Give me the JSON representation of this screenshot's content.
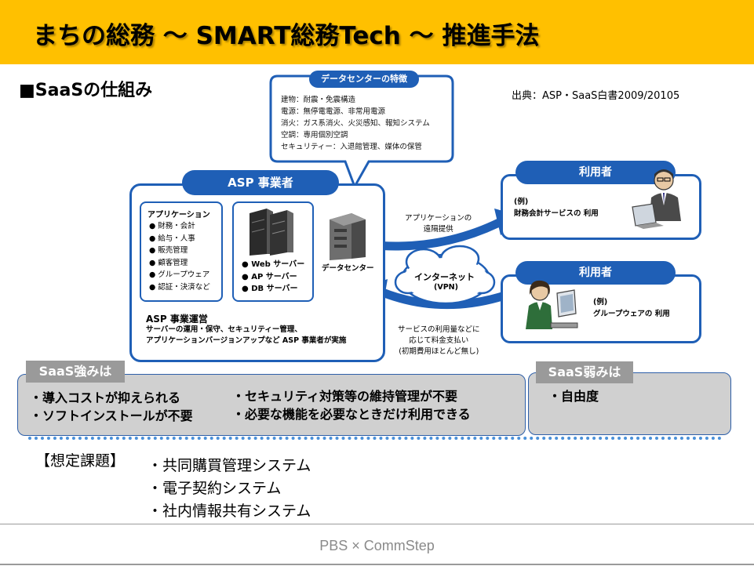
{
  "header": {
    "title": "まちの総務 ～ SMART総務Tech ～ 推進手法"
  },
  "section": {
    "title": "■SaaSの仕組み"
  },
  "source": {
    "text": "出典：ASP・SaaS白書2009/20105"
  },
  "diagram": {
    "callout": {
      "title": "データセンターの特徴",
      "lines": [
        "建物：耐震・免震構造",
        "電源：無停電電源、非常用電源",
        "消火：ガス系消火、火災感知、報知システム",
        "空調：専用個別空調",
        "セキュリティー：入退館管理、媒体の保管"
      ]
    },
    "asp": {
      "title": "ASP 事業者",
      "applications": {
        "heading": "アプリケーション",
        "items": [
          "● 財務・会計",
          "● 給与・人事",
          "● 販売管理",
          "● 顧客管理",
          "● グループウェア",
          "● 認証・決済など"
        ]
      },
      "servers": {
        "items": [
          "● Web サーバー",
          "● AP サーバー",
          "● DB サーバー"
        ]
      },
      "datacenter_label": "データセンター",
      "operations": {
        "heading": "ASP 事業運営",
        "lines": [
          "サーバーの運用・保守、セキュリティー管理、",
          "アプリケーションバージョンアップなど ASP 事業者が実施"
        ]
      }
    },
    "flow": {
      "provide_lines": [
        "アプリケーションの",
        "遠隔提供"
      ],
      "cloud_title": "インターネット",
      "cloud_sub": "(VPN)",
      "payment_lines": [
        "サービスの利用量などに",
        "応じて料金支払い",
        "(初期費用ほとんど無し)"
      ]
    },
    "users": [
      {
        "title": "利用者",
        "lines": [
          "(例)",
          "財務会計サービスの 利用"
        ]
      },
      {
        "title": "利用者",
        "lines": [
          "(例)",
          "グループウェアの 利用"
        ]
      }
    ]
  },
  "strengths": {
    "label": "SaaS強みは",
    "col1": [
      "・導入コストが抑えられる",
      "・ソフトインストールが不要"
    ],
    "col2": [
      "・セキュリティ対策等の維持管理が不要",
      "・必要な機能を必要なときだけ利用できる"
    ]
  },
  "weaknesses": {
    "label": "SaaS弱みは",
    "items": [
      "・自由度"
    ]
  },
  "tasks": {
    "label": "【想定課題】",
    "items": [
      "・共同購買管理システム",
      "・電子契約システム",
      "・社内情報共有システム"
    ]
  },
  "footer": {
    "text": "PBS × CommStep"
  },
  "colors": {
    "title_bar": "#ffc000",
    "diagram_blue": "#1f5fb6",
    "panel_gray": "#d0d0d0",
    "tag_gray": "#9a9a9a"
  },
  "icons": [
    "server-rack-icon",
    "datacenter-server-icon",
    "internet-cloud-icon",
    "businessman-laptop-icon",
    "woman-computer-icon"
  ]
}
